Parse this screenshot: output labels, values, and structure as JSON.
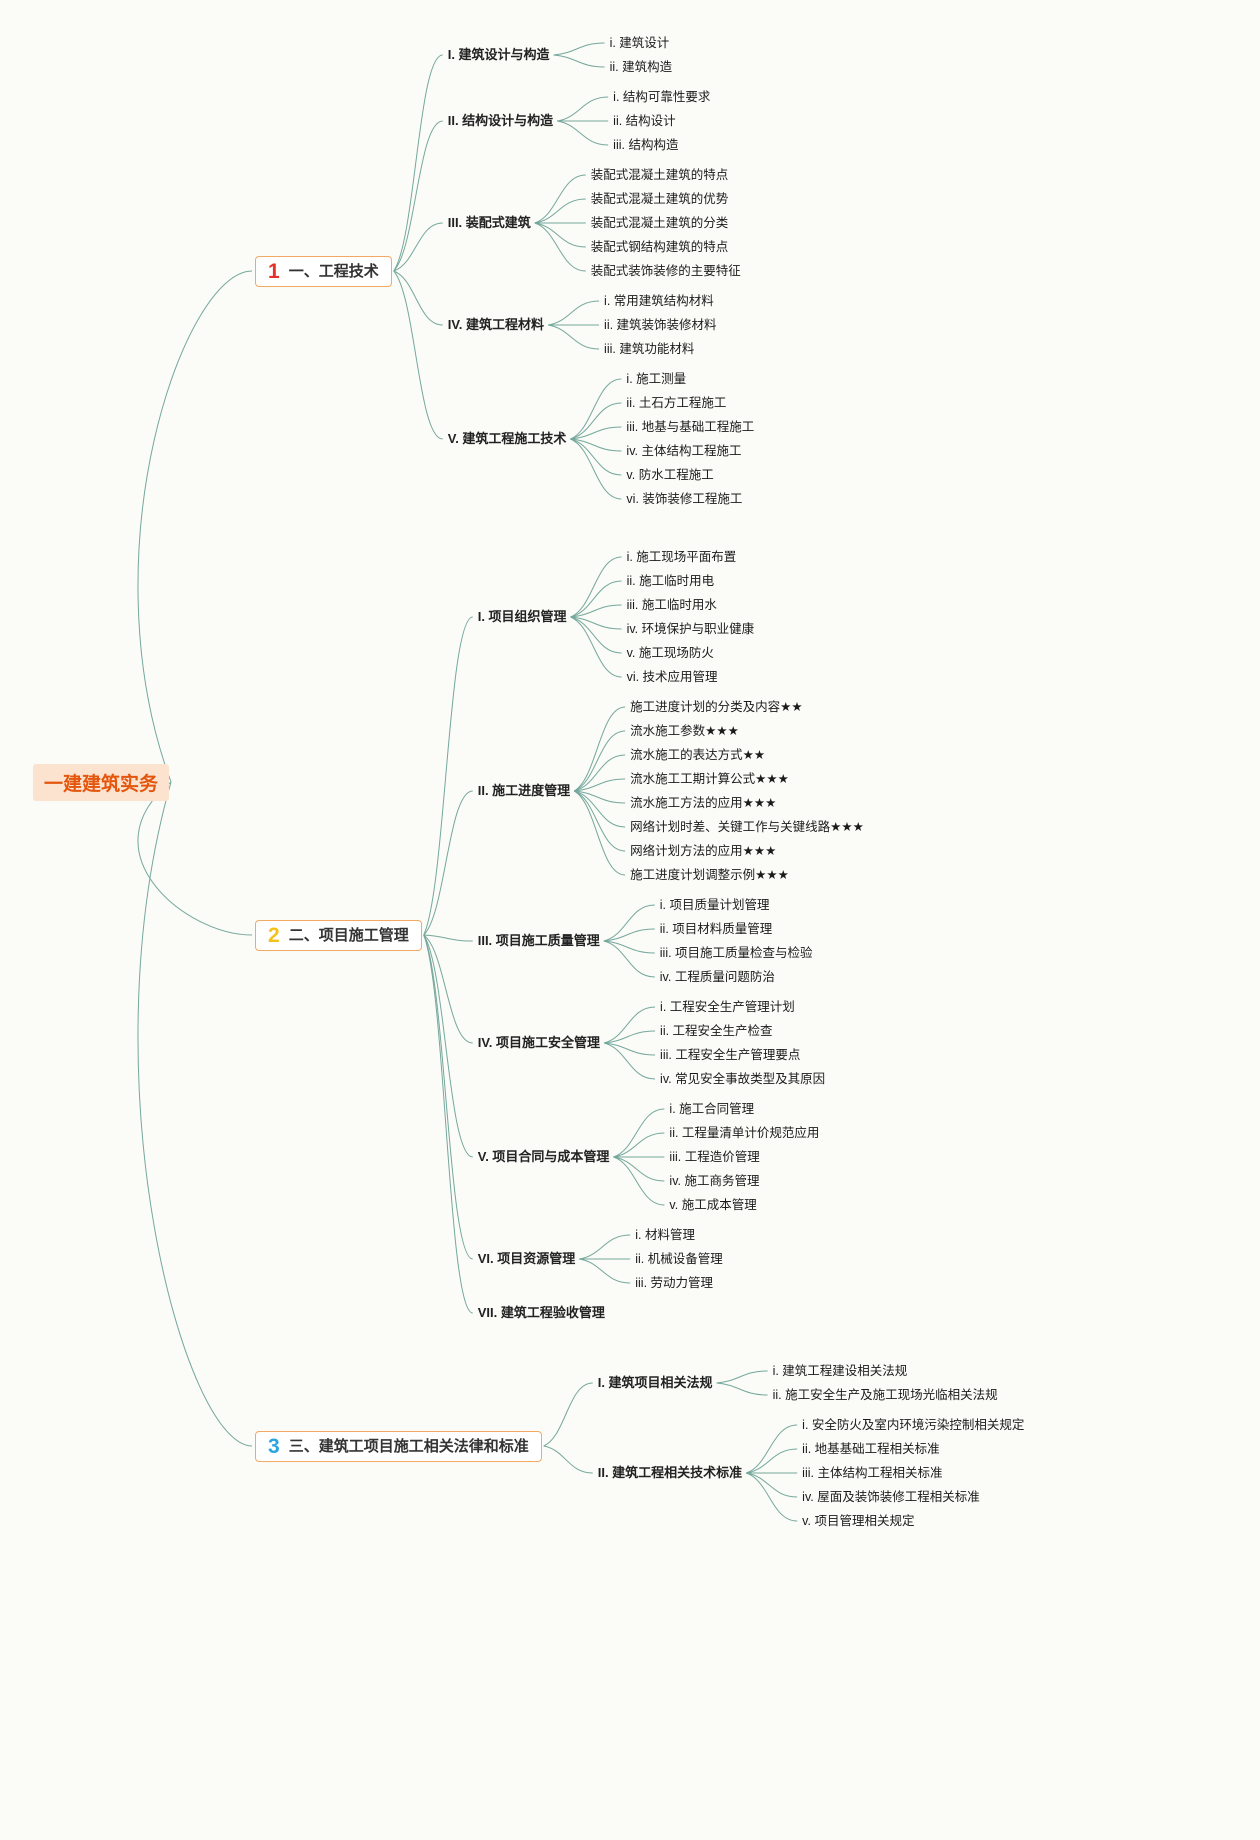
{
  "colors": {
    "background": "#fbfbf8",
    "line": "#75a89c",
    "root_text": "#e4560e",
    "root_bg": "#fbe3cf",
    "branch_border": "#f3a963",
    "branch_text": "#333333",
    "topic_text": "#1b1b1b"
  },
  "root": {
    "label": "一建建筑实务"
  },
  "branches": [
    {
      "num": "1",
      "num_color": "#e53228",
      "label": "一、工程技术",
      "children": [
        {
          "label": "I. 建筑设计与构造",
          "children": [
            {
              "label": "i. 建筑设计"
            },
            {
              "label": "ii. 建筑构造"
            }
          ]
        },
        {
          "label": "II. 结构设计与构造",
          "children": [
            {
              "label": "i. 结构可靠性要求"
            },
            {
              "label": "ii. 结构设计"
            },
            {
              "label": "iii. 结构构造"
            }
          ]
        },
        {
          "label": "III. 装配式建筑",
          "children": [
            {
              "label": "装配式混凝土建筑的特点"
            },
            {
              "label": "装配式混凝土建筑的优势"
            },
            {
              "label": "装配式混凝土建筑的分类"
            },
            {
              "label": "装配式钢结构建筑的特点"
            },
            {
              "label": "装配式装饰装修的主要特征"
            }
          ]
        },
        {
          "label": "IV. 建筑工程材料",
          "children": [
            {
              "label": "i. 常用建筑结构材料"
            },
            {
              "label": "ii. 建筑装饰装修材料"
            },
            {
              "label": "iii. 建筑功能材料"
            }
          ]
        },
        {
          "label": "V. 建筑工程施工技术",
          "children": [
            {
              "label": "i. 施工测量"
            },
            {
              "label": "ii. 土石方工程施工"
            },
            {
              "label": "iii. 地基与基础工程施工"
            },
            {
              "label": "iv. 主体结构工程施工"
            },
            {
              "label": "v. 防水工程施工"
            },
            {
              "label": "vi. 装饰装修工程施工"
            }
          ]
        }
      ]
    },
    {
      "num": "2",
      "num_color": "#f2c218",
      "label": "二、项目施工管理",
      "children": [
        {
          "label": "I. 项目组织管理",
          "children": [
            {
              "label": "i. 施工现场平面布置"
            },
            {
              "label": "ii. 施工临时用电"
            },
            {
              "label": "iii. 施工临时用水"
            },
            {
              "label": "iv. 环境保护与职业健康"
            },
            {
              "label": "v. 施工现场防火"
            },
            {
              "label": "vi. 技术应用管理"
            }
          ]
        },
        {
          "label": "II. 施工进度管理",
          "children": [
            {
              "label": "施工进度计划的分类及内容★★"
            },
            {
              "label": "流水施工参数★★★"
            },
            {
              "label": "流水施工的表达方式★★"
            },
            {
              "label": "流水施工工期计算公式★★★"
            },
            {
              "label": "流水施工方法的应用★★★"
            },
            {
              "label": "网络计划时差、关键工作与关键线路★★★"
            },
            {
              "label": "网络计划方法的应用★★★"
            },
            {
              "label": "施工进度计划调整示例★★★"
            }
          ]
        },
        {
          "label": "III. 项目施工质量管理",
          "children": [
            {
              "label": "i. 项目质量计划管理"
            },
            {
              "label": "ii. 项目材料质量管理"
            },
            {
              "label": "iii. 项目施工质量检查与检验"
            },
            {
              "label": "iv. 工程质量问题防治"
            }
          ]
        },
        {
          "label": "IV. 项目施工安全管理",
          "children": [
            {
              "label": "i. 工程安全生产管理计划"
            },
            {
              "label": "ii. 工程安全生产检查"
            },
            {
              "label": "iii. 工程安全生产管理要点"
            },
            {
              "label": "iv. 常见安全事故类型及其原因"
            }
          ]
        },
        {
          "label": "V. 项目合同与成本管理",
          "children": [
            {
              "label": "i. 施工合同管理"
            },
            {
              "label": "ii. 工程量清单计价规范应用"
            },
            {
              "label": "iii. 工程造价管理"
            },
            {
              "label": "iv. 施工商务管理"
            },
            {
              "label": "v. 施工成本管理"
            }
          ]
        },
        {
          "label": "VI. 项目资源管理",
          "children": [
            {
              "label": "i. 材料管理"
            },
            {
              "label": "ii. 机械设备管理"
            },
            {
              "label": "iii. 劳动力管理"
            }
          ]
        },
        {
          "label": "VII. 建筑工程验收管理",
          "children": []
        }
      ]
    },
    {
      "num": "3",
      "num_color": "#29a6e0",
      "label": "三、建筑工项目施工相关法律和标准",
      "children": [
        {
          "label": "I. 建筑项目相关法规",
          "children": [
            {
              "label": "i. 建筑工程建设相关法规"
            },
            {
              "label": "ii. 施工安全生产及施工现场光临相关法规"
            }
          ]
        },
        {
          "label": "II. 建筑工程相关技术标准",
          "children": [
            {
              "label": "i. 安全防火及室内环境污染控制相关规定"
            },
            {
              "label": "ii. 地基基础工程相关标准"
            },
            {
              "label": "iii. 主体结构工程相关标准"
            },
            {
              "label": "iv. 屋面及装饰装修工程相关标准"
            },
            {
              "label": "v. 项目管理相关规定"
            }
          ]
        }
      ]
    }
  ]
}
